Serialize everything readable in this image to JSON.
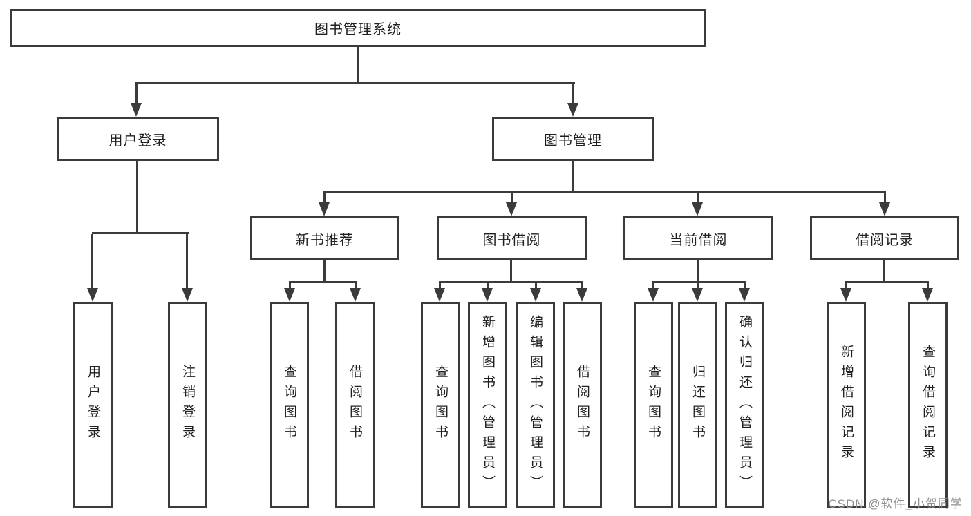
{
  "colors": {
    "line": "#3b3b3b",
    "box_border": "#3b3b3b",
    "text": "#1f1f1f",
    "watermark": "#8f8f8f",
    "background": "#ffffff"
  },
  "diagram": {
    "type": "tree",
    "nodes": {
      "root": "图书管理系统",
      "user_login": "用户登录",
      "book_mgmt": "图书管理",
      "new_book_rec": "新书推荐",
      "book_borrow": "图书借阅",
      "current_borrow": "当前借阅",
      "borrow_record": "借阅记录",
      "leaf_user_login": "用户登录",
      "leaf_logout": "注销登录",
      "leaf_rec_query": "查询图书",
      "leaf_rec_borrow": "借阅图书",
      "leaf_bb_query": "查询图书",
      "leaf_bb_add": "新增图书（管理员）",
      "leaf_bb_edit": "编辑图书（管理员）",
      "leaf_bb_borrow": "借阅图书",
      "leaf_cb_query": "查询图书",
      "leaf_cb_return": "归还图书",
      "leaf_cb_confirm": "确认归还（管理员）",
      "leaf_br_add": "新增借阅记录",
      "leaf_br_query": "查询借阅记录"
    },
    "structure": {
      "root": [
        "user_login",
        "book_mgmt"
      ],
      "user_login": [
        "leaf_user_login",
        "leaf_logout"
      ],
      "book_mgmt": [
        "new_book_rec",
        "book_borrow",
        "current_borrow",
        "borrow_record"
      ],
      "new_book_rec": [
        "leaf_rec_query",
        "leaf_rec_borrow"
      ],
      "book_borrow": [
        "leaf_bb_query",
        "leaf_bb_add",
        "leaf_bb_edit",
        "leaf_bb_borrow"
      ],
      "current_borrow": [
        "leaf_cb_query",
        "leaf_cb_return",
        "leaf_cb_confirm"
      ],
      "borrow_record": [
        "leaf_br_add",
        "leaf_br_query"
      ]
    },
    "watermark": "CSDN @软件_小贺同学"
  }
}
